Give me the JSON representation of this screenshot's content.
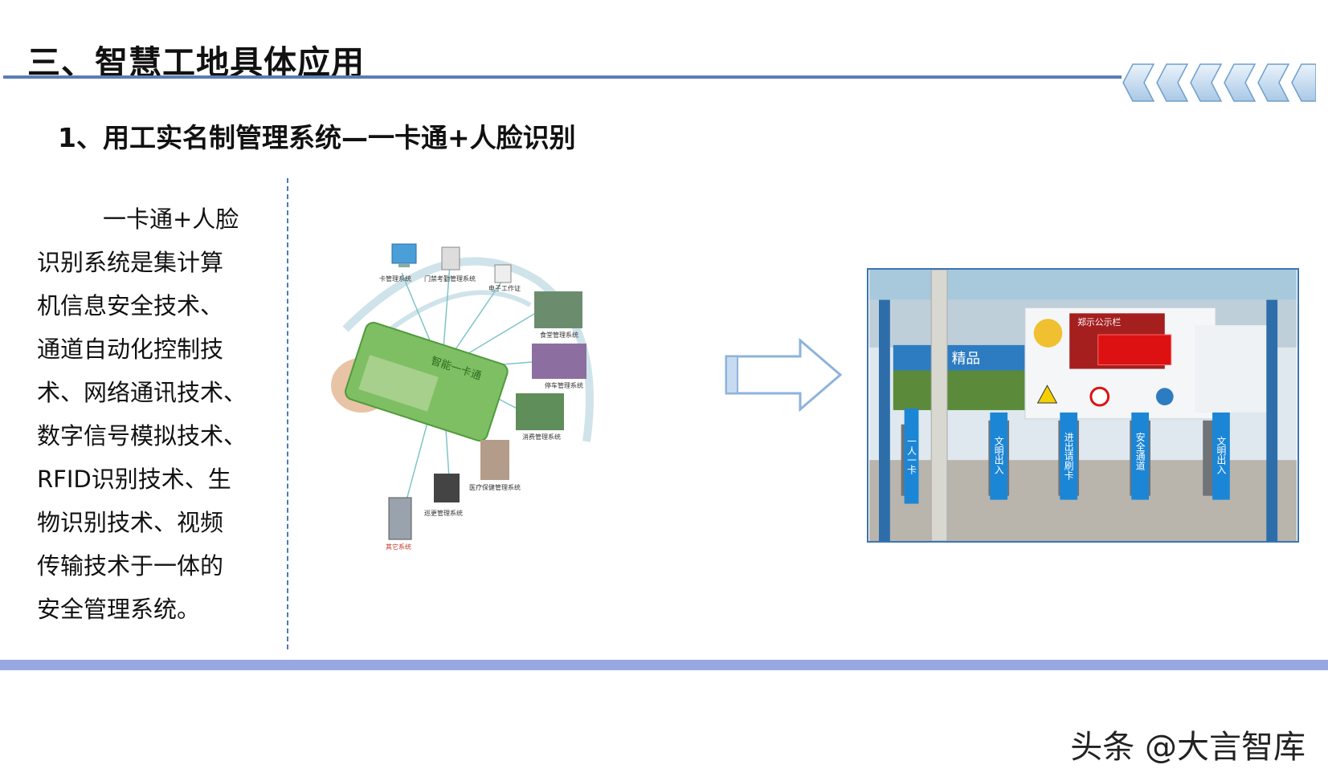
{
  "title": "三、智慧工地具体应用",
  "subtitle": "1、用工实名制管理系统—一卡通+人脸识别",
  "body_lines": [
    "一卡通+人脸",
    "识别系统是集计算",
    "机信息安全技术、",
    "通道自动化控制技",
    "术、网络通讯技术、",
    "数字信号模拟技术、",
    "RFID识别技术、生",
    "物识别技术、视频",
    "传输技术于一体的",
    "安全管理系统。"
  ],
  "diagram": {
    "card_text": "智能一卡通",
    "labels": [
      "卡管理系统",
      "门禁考勤管理系统",
      "电子工作证",
      "食堂管理系统",
      "停车管理系统",
      "消费管理系统",
      "医疗保健管理系统",
      "巡更管理系统",
      "其它系统"
    ]
  },
  "photo": {
    "banner_left": "质 精品",
    "board_title": "郑示公示栏",
    "gate_labels": [
      "一人一卡",
      "文明出入",
      "进出请刷卡",
      "安全通道",
      "文明出入"
    ]
  },
  "watermark": "头条 @大言智库",
  "colors": {
    "accent": "#5b7db6",
    "footer_band": "#97a8e0",
    "photo_border": "#3a74b4"
  }
}
